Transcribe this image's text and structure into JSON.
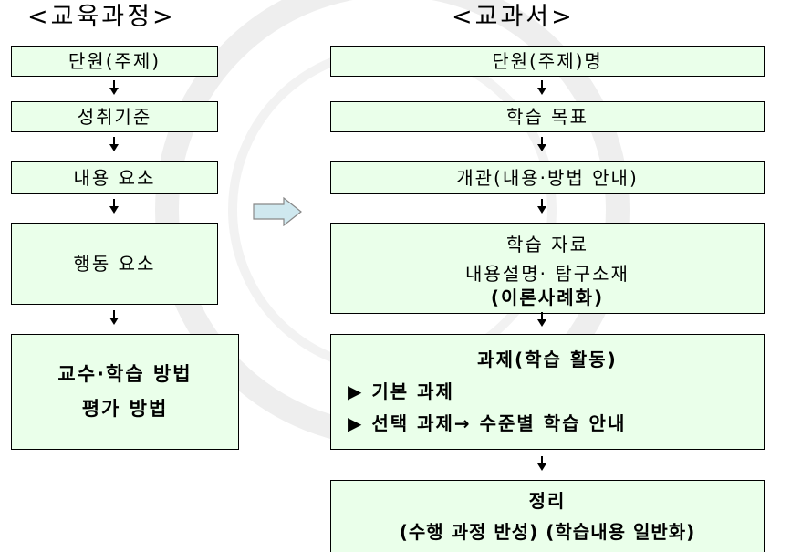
{
  "left": {
    "title": "<교육과정>",
    "boxes": [
      {
        "lines": [
          "단원(주제)"
        ]
      },
      {
        "lines": [
          "성취기준"
        ]
      },
      {
        "lines": [
          "내용 요소"
        ]
      },
      {
        "lines": [
          "행동 요소"
        ]
      },
      {
        "lines": [
          "교수·학습 방법",
          "평가 방법"
        ]
      }
    ]
  },
  "right": {
    "title": "<교과서>",
    "boxes": [
      {
        "lines": [
          "단원(주제)명"
        ]
      },
      {
        "lines": [
          "학습 목표"
        ]
      },
      {
        "lines": [
          "개관(내용·방법 안내)"
        ]
      },
      {
        "lines": [
          "학습 자료",
          "내용설명· 탐구소재",
          "(이론사례화)"
        ]
      },
      {
        "lines": [
          "과제(학습 활동)",
          "▶ 기본 과제",
          "▶ 선택 과제→ 수준별 학습 안내"
        ]
      },
      {
        "lines": [
          "정리",
          "(수행 과정 반성) (학습내용 일반화)"
        ]
      }
    ]
  },
  "colors": {
    "box_fill": "#eaffea",
    "border": "#000000",
    "connector_fill": "#cfe8ef"
  }
}
